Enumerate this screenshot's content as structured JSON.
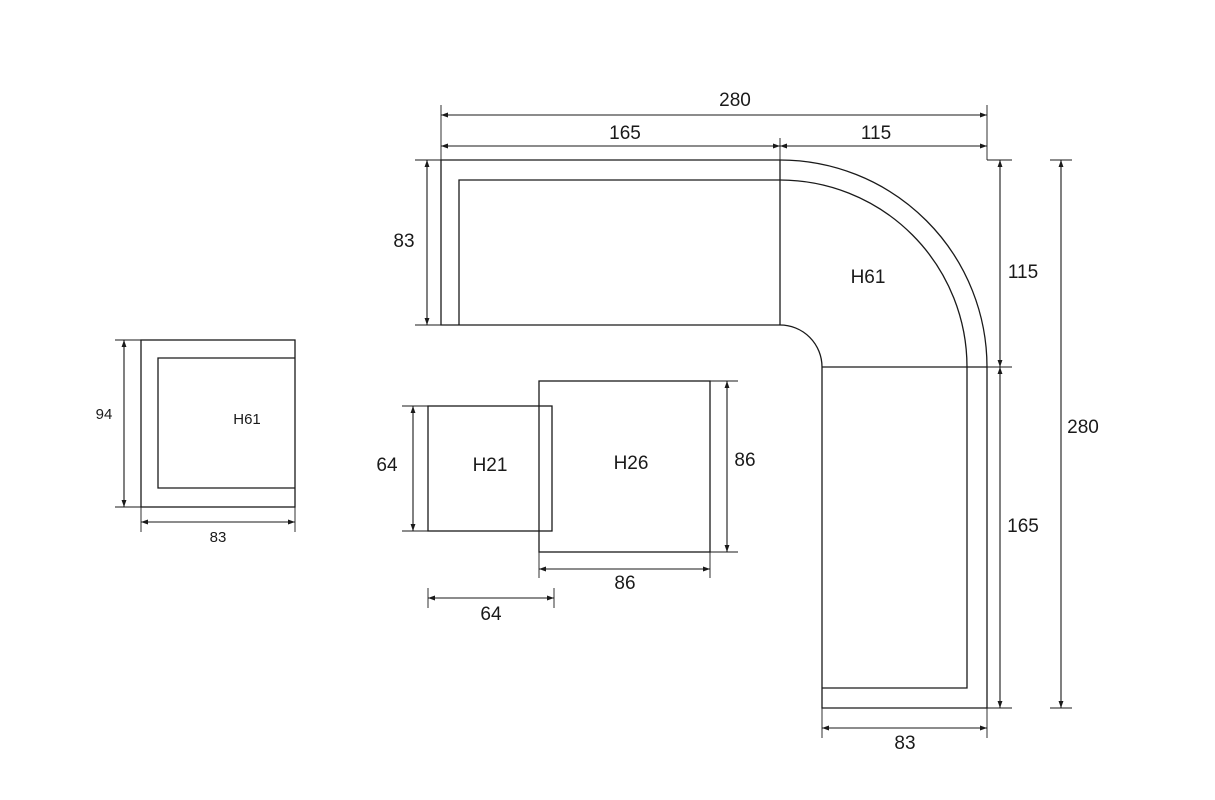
{
  "colors": {
    "line": "#1a1a1a",
    "background": "#ffffff"
  },
  "corner_sofa": {
    "height_label": "H61",
    "overall_width": "280",
    "left_section_width": "165",
    "corner_section_width": "115",
    "depth_left": "83",
    "right_upper_height": "115",
    "right_lower_height": "165",
    "overall_height": "280",
    "bottom_width": "83"
  },
  "chair": {
    "height_label": "H61",
    "depth": "94",
    "width": "83"
  },
  "small_table": {
    "height_label": "H21",
    "depth": "64",
    "width": "64"
  },
  "large_table": {
    "height_label": "H26",
    "depth": "86",
    "width": "86"
  }
}
